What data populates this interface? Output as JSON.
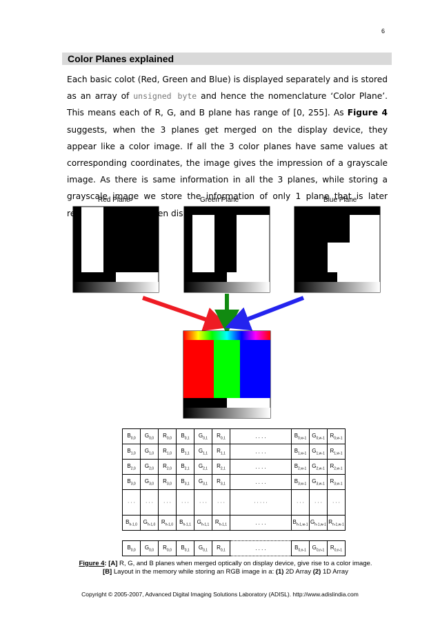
{
  "page_number": "6",
  "section_title": "Color Planes explained",
  "paragraph": {
    "before_code": "Each basic colot (Red, Green and Blue) is displayed separately and is stored as an array of ",
    "code": "unsigned byte",
    "middle": " and hence the nomenclature ‘Color Plane’. This means each of R, G, and B plane has range of [0, 255]. As ",
    "figure_ref": "Figure 4",
    "after": " suggests, when the 3 planes get merged on the display device, they appear like a color image. If all the 3 color planes have same values at corresponding coordinates, the image gives the impression of a grayscale image. As there is same information in all the 3 planes, while storing a grayscale image we store the information of only 1 plane that is later replicated 3 times when displayed."
  },
  "plane_labels": {
    "red": "Red Plane",
    "green": "Green Plane",
    "blue": "Blue Plane"
  },
  "colors": {
    "red_arrow": "#ee1c24",
    "green_arrow": "#118a11",
    "blue_arrow": "#2424ee"
  },
  "table2d_rows": [
    [
      "B0,0",
      "G0,0",
      "R0,0",
      "B0,1",
      "G0,1",
      "R0,1",
      ". . . .",
      "B0,w-1",
      "G0,w-1",
      "R0,w-1"
    ],
    [
      "B1,0",
      "G1,0",
      "R1,0",
      "B1,1",
      "G1,1",
      "R1,1",
      ". . . .",
      "B1,w-1",
      "G1,w-1",
      "R1,w-1"
    ],
    [
      "B2,0",
      "G2,0",
      "R2,0",
      "B2,1",
      "G2,1",
      "R2,1",
      ". . . .",
      "B2,w-1",
      "G2,w-1",
      "R2,w-1"
    ],
    [
      "B3,0",
      "G3,0",
      "R3,0",
      "B3,1",
      "G3,1",
      "R3,1",
      ". . . .",
      "B3,w-1",
      "G3,w-1",
      "R3,w-1"
    ],
    [
      "· · ·",
      "· · ·",
      "· · ·",
      "· · ·",
      "· · ·",
      "· · ·",
      "· · · · ·",
      "· · ·",
      "· · ·",
      "· · ·"
    ],
    [
      "Bh-1,0",
      "Gh-1,0",
      "Rh-1,0",
      "Bh-1,1",
      "Gh-1,1",
      "Rh-1,1",
      ". . . .",
      "B h-1,w-1",
      "G h-1,w-1",
      "R h-1,w-1"
    ]
  ],
  "table1d_row": [
    "B0,0",
    "G0,0",
    "R0,0",
    "B0,1",
    "G0,1",
    "R0,1",
    ". . . .",
    "B0,n-1",
    "G0,n-1",
    "R0,n-1"
  ],
  "caption": {
    "label": "Figure 4",
    "line1_a": ": ",
    "tag_a": "[A]",
    "line1_b": " R, G, and B planes when merged optically on display device, give rise to a color image.",
    "tag_b": "[B]",
    "line2_a": " Layout in the memory while storing an RGB image in a: ",
    "num1": "(1)",
    "line2_b": " 2D Array ",
    "num2": "(2)",
    "line2_c": " 1D Array"
  },
  "footer": "Copyright © 2005-2007, Advanced Digital Imaging Solutions Laboratory (ADISL). http://www.adislindia.com"
}
